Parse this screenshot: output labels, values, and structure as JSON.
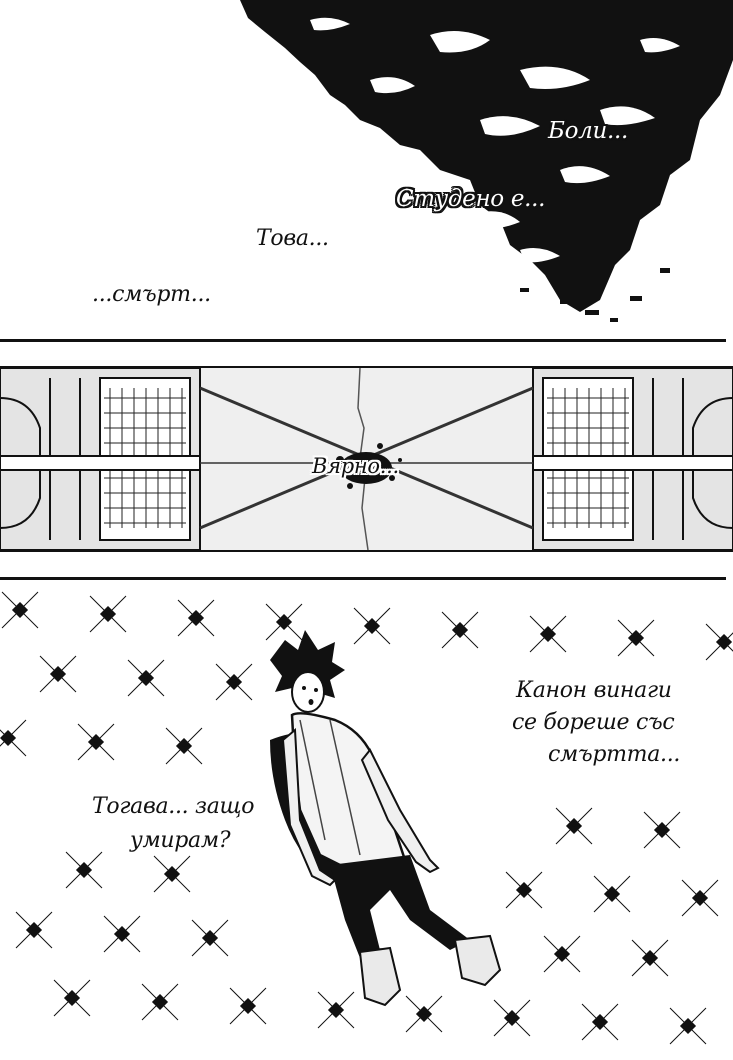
{
  "panel1": {
    "captions": {
      "pain": "Боли...",
      "cold": "Студено е...",
      "this": "Това...",
      "death": "...смърт..."
    }
  },
  "panel2": {
    "caption": "Вярно..."
  },
  "panel3": {
    "caption_right_1": "Канон винаги",
    "caption_right_2": "се бореше със",
    "caption_right_3": "смъртта...",
    "caption_left_1": "Тогава... защо",
    "caption_left_2": "умирам?"
  },
  "colors": {
    "ink": "#111111",
    "paper": "#ffffff",
    "floor": "#f2f2f2"
  }
}
